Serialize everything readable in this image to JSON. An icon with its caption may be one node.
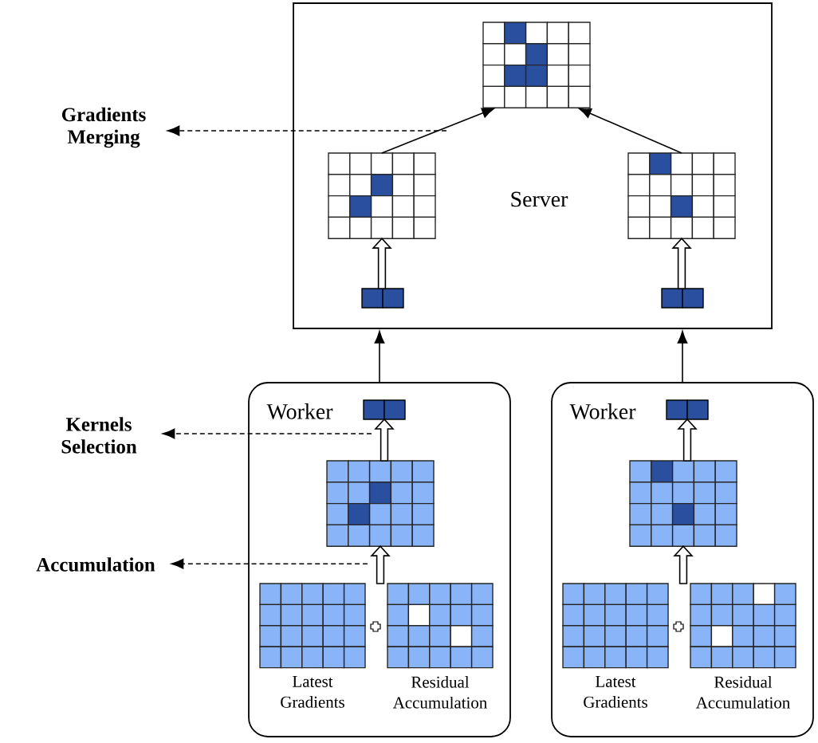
{
  "diagram": {
    "nodes": [
      {
        "text": [
          "Server"
        ]
      },
      {
        "text": [],
        "shape": "grid",
        "in": 0
      },
      {
        "text": [],
        "shape": "grid",
        "in": 0
      },
      {
        "text": [],
        "shape": "grid",
        "in": 0
      },
      {
        "text": [],
        "shape": "bar",
        "in": 0
      },
      {
        "text": [],
        "shape": "bar",
        "in": 0
      },
      {
        "text": [
          "Worker"
        ]
      },
      {
        "text": [],
        "shape": "bar",
        "in": 6
      },
      {
        "text": [],
        "shape": "grid",
        "in": 6
      },
      {
        "text": [],
        "shape": "grid",
        "in": 6,
        "beside": [
          "Latest Gradients"
        ]
      },
      {
        "text": [],
        "shape": "grid",
        "in": 6,
        "beside": [
          "Residual Accumulation"
        ]
      },
      {
        "text": [
          "Worker"
        ]
      },
      {
        "text": [],
        "shape": "bar",
        "in": 11
      },
      {
        "text": [],
        "shape": "grid",
        "in": 11
      },
      {
        "text": [],
        "shape": "grid",
        "in": 11,
        "beside": [
          "Latest Gradients"
        ]
      },
      {
        "text": [],
        "shape": "grid",
        "in": 11,
        "beside": [
          "Residual Accumulation"
        ]
      },
      {
        "text": [
          "Gradients Merging"
        ]
      },
      {
        "text": [
          "Kernels Selection"
        ]
      },
      {
        "text": [
          "Accumulation"
        ]
      }
    ],
    "edges": [
      {
        "from": 2,
        "to": 1,
        "arrow": "to"
      },
      {
        "from": 3,
        "to": 1,
        "arrow": "to"
      },
      {
        "from": 4,
        "to": 2,
        "arrow": "to",
        "style": "thick"
      },
      {
        "from": 5,
        "to": 3,
        "arrow": "to",
        "style": "thick"
      },
      {
        "from": 6,
        "to": 0,
        "arrow": "to"
      },
      {
        "from": 11,
        "to": 0,
        "arrow": "to"
      },
      {
        "from": 8,
        "to": 7,
        "arrow": "to",
        "style": "thick"
      },
      {
        "from": 9,
        "to": 8,
        "arrow": "to",
        "style": "thick"
      },
      {
        "from": 10,
        "to": 8,
        "arrow": "to",
        "style": "thick"
      },
      {
        "from": 13,
        "to": 12,
        "arrow": "to",
        "style": "thick"
      },
      {
        "from": 14,
        "to": 13,
        "arrow": "to",
        "style": "thick"
      },
      {
        "from": 15,
        "to": 13,
        "arrow": "to",
        "style": "thick"
      },
      {
        "from": null,
        "to": 16,
        "arrow": "to",
        "style": "dashed"
      },
      {
        "from": 7,
        "to": 17,
        "arrow": "to",
        "style": "dashed"
      },
      {
        "from": 8,
        "to": 18,
        "arrow": "to",
        "style": "dashed"
      }
    ]
  }
}
